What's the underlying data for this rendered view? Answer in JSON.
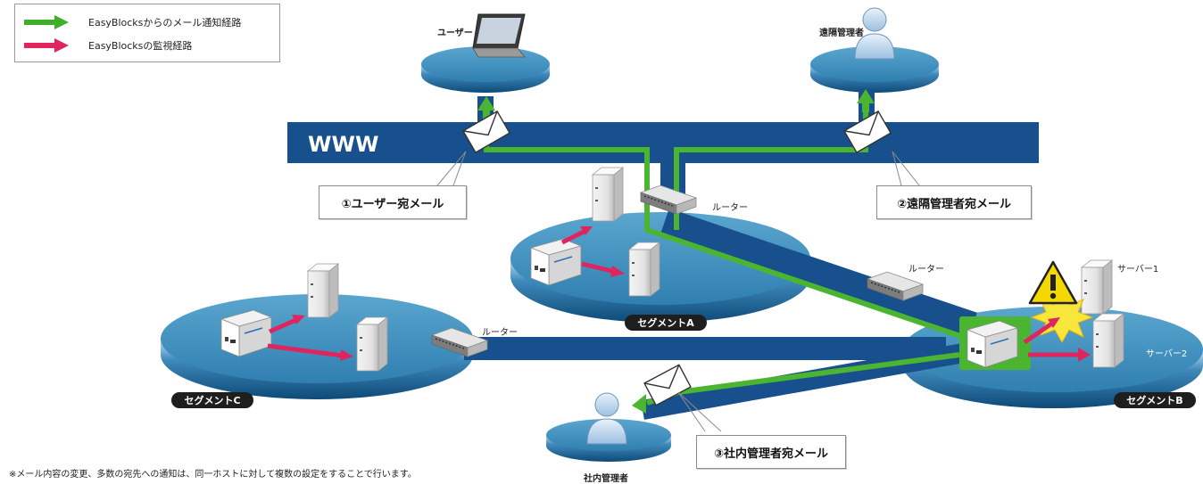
{
  "legend": {
    "mail_route": "EasyBlocksからのメール通知経路",
    "monitor_route": "EasyBlocksの監視経路",
    "mail_color": "#3fae2a",
    "monitor_color": "#e0245e"
  },
  "network": {
    "www_label": "WWW",
    "colors": {
      "backbone": "#17508c",
      "disk_top": "#3d8dbb",
      "disk_side": "#0f4d7a"
    }
  },
  "nodes": {
    "user": "ユーザー",
    "remote_admin": "遠隔管理者",
    "internal_admin": "社内管理者",
    "router_top": "ルーター",
    "router_middle": "ルーター",
    "router_left": "ルーター",
    "server1": "サーバー1",
    "server2": "サーバー2"
  },
  "callouts": {
    "c1": "①ユーザー宛メール",
    "c2": "②遠隔管理者宛メール",
    "c3": "③社内管理者宛メール"
  },
  "segments": {
    "a": "セグメントA",
    "b": "セグメントB",
    "c": "セグメントC"
  },
  "note": "※メール内容の変更、多数の宛先への通知は、同一ホストに対して複数の設定をすることで行います。",
  "icons": [
    "laptop-icon",
    "person-icon",
    "server-icon",
    "router-icon",
    "easyblocks-device-icon",
    "mail-envelope-icon",
    "warning-icon",
    "arrow-right-icon"
  ]
}
